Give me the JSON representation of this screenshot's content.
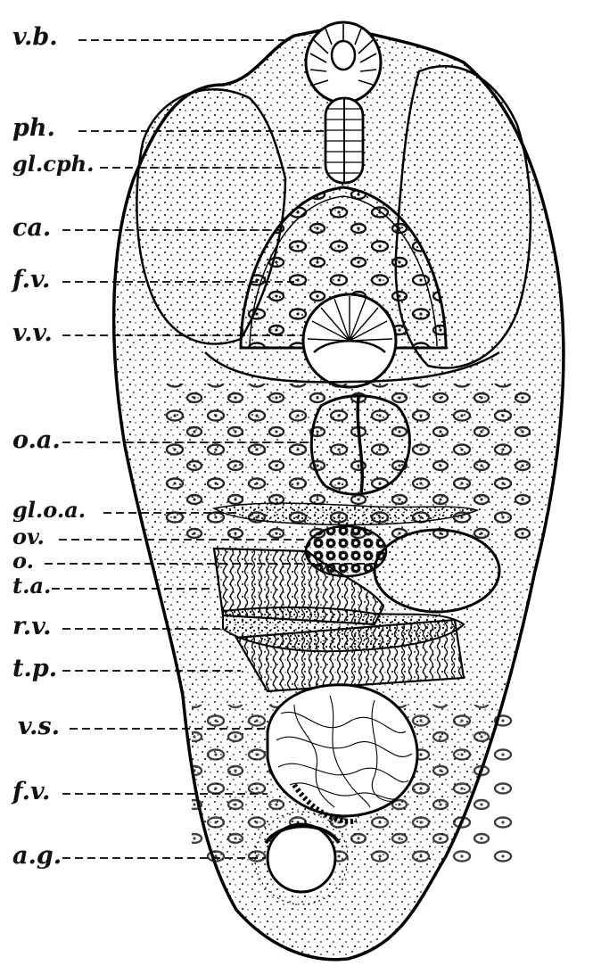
{
  "labels": {
    "vb": "v.b.",
    "ph": "ph.",
    "glcph": "gl.cph.",
    "ca": "ca.",
    "fv1": "f.v.",
    "vv": "v.v.",
    "oa": "o.a.",
    "gloa": "gl.o.a.",
    "ov": "ov.",
    "o": "o.",
    "ta": "t.a.",
    "rv": "r.v.",
    "tp": "t.p.",
    "vs": "v.s.",
    "fv2": "f.v.",
    "ag": "a.g."
  }
}
